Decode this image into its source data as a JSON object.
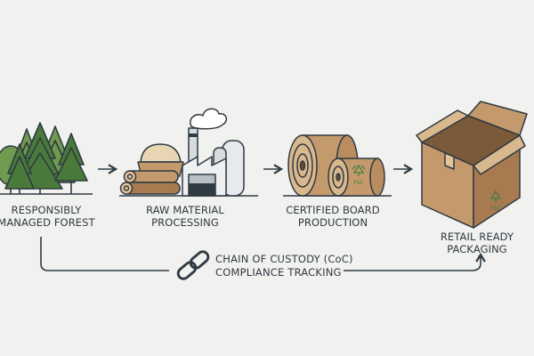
{
  "stages": [
    {
      "line1": "RESPONSIBLY",
      "line2": "MANAGED FOREST"
    },
    {
      "line1": "RAW MATERIAL",
      "line2": "PROCESSING"
    },
    {
      "line1": "CERTIFIED BOARD",
      "line2": "PRODUCTION"
    },
    {
      "line1": "RETAIL READY",
      "line2": "PACKAGING"
    }
  ],
  "chain": {
    "line1": "CHAIN OF CUSTODY (CoC)",
    "line2": "COMPLIANCE TRACKING"
  },
  "marks": {
    "roll": "FSC",
    "box": "FSC"
  },
  "colors": {
    "background": "#f1f1ef",
    "outline": "#2f3a42",
    "tree_dark": "#4a7a3a",
    "tree_light": "#6f9a4f",
    "cardboard": "#c49a6c",
    "cardboard_dark": "#a77b4f",
    "eco_mark": "#3f7d46"
  },
  "icons": [
    "forest-icon",
    "factory-icon",
    "board-roll-icon",
    "box-icon",
    "chain-link-icon",
    "arrow-right-icon"
  ]
}
